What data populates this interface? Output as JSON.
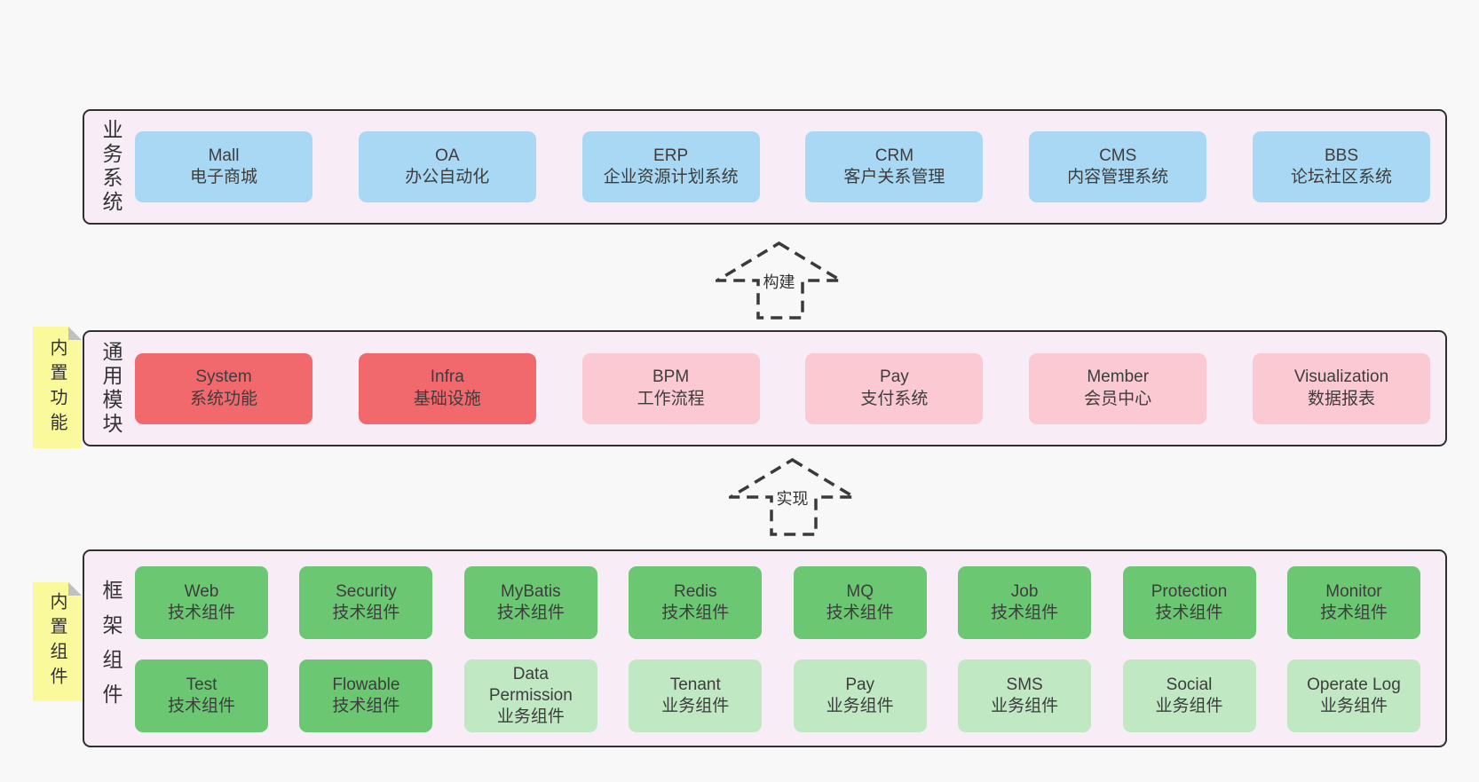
{
  "colors": {
    "page_bg": "#f8f8f8",
    "container_bg": "#f8edf7",
    "border": "#303030",
    "blue": "#a8d8f3",
    "red": "#f2696d",
    "pink": "#fac9d1",
    "green": "#6cc773",
    "light_green": "#c0e8c2",
    "sticky": "#fafa9c"
  },
  "arrows": [
    {
      "label": "构建"
    },
    {
      "label": "实现"
    }
  ],
  "layers": {
    "business": {
      "label": "业务系统",
      "boxes": [
        {
          "title": "Mall",
          "subtitle": "电子商城",
          "variant": "blue"
        },
        {
          "title": "OA",
          "subtitle": "办公自动化",
          "variant": "blue"
        },
        {
          "title": "ERP",
          "subtitle": "企业资源计划系统",
          "variant": "blue"
        },
        {
          "title": "CRM",
          "subtitle": "客户关系管理",
          "variant": "blue"
        },
        {
          "title": "CMS",
          "subtitle": "内容管理系统",
          "variant": "blue"
        },
        {
          "title": "BBS",
          "subtitle": "论坛社区系统",
          "variant": "blue"
        }
      ]
    },
    "modules": {
      "label": "通用模块",
      "sticky": "内置功能",
      "boxes": [
        {
          "title": "System",
          "subtitle": "系统功能",
          "variant": "red"
        },
        {
          "title": "Infra",
          "subtitle": "基础设施",
          "variant": "red"
        },
        {
          "title": "BPM",
          "subtitle": "工作流程",
          "variant": "pink"
        },
        {
          "title": "Pay",
          "subtitle": "支付系统",
          "variant": "pink"
        },
        {
          "title": "Member",
          "subtitle": "会员中心",
          "variant": "pink"
        },
        {
          "title": "Visualization",
          "subtitle": "数据报表",
          "variant": "pink"
        }
      ]
    },
    "framework": {
      "label": "框架组件",
      "sticky": "内置组件",
      "row1": [
        {
          "title": "Web",
          "subtitle": "技术组件",
          "variant": "green"
        },
        {
          "title": "Security",
          "subtitle": "技术组件",
          "variant": "green"
        },
        {
          "title": "MyBatis",
          "subtitle": "技术组件",
          "variant": "green"
        },
        {
          "title": "Redis",
          "subtitle": "技术组件",
          "variant": "green"
        },
        {
          "title": "MQ",
          "subtitle": "技术组件",
          "variant": "green"
        },
        {
          "title": "Job",
          "subtitle": "技术组件",
          "variant": "green"
        },
        {
          "title": "Protection",
          "subtitle": "技术组件",
          "variant": "green"
        },
        {
          "title": "Monitor",
          "subtitle": "技术组件",
          "variant": "green"
        }
      ],
      "row2": [
        {
          "title": "Test",
          "subtitle": "技术组件",
          "variant": "green"
        },
        {
          "title": "Flowable",
          "subtitle": "技术组件",
          "variant": "green"
        },
        {
          "title": "Data Permission",
          "subtitle": "业务组件",
          "variant": "light-green"
        },
        {
          "title": "Tenant",
          "subtitle": "业务组件",
          "variant": "light-green"
        },
        {
          "title": "Pay",
          "subtitle": "业务组件",
          "variant": "light-green"
        },
        {
          "title": "SMS",
          "subtitle": "业务组件",
          "variant": "light-green"
        },
        {
          "title": "Social",
          "subtitle": "业务组件",
          "variant": "light-green"
        },
        {
          "title": "Operate Log",
          "subtitle": "业务组件",
          "variant": "light-green"
        }
      ]
    }
  }
}
